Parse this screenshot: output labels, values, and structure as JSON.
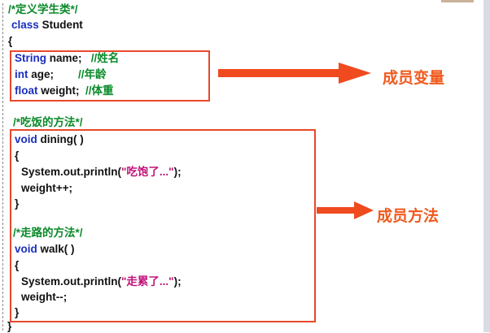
{
  "code": {
    "comment_define": "/*定义学生类*/",
    "class_kw": "class",
    "class_name": "Student",
    "brace_open": "{",
    "field1_type": "String",
    "field1_rest": "name;",
    "field1_comment": "//姓名",
    "field2_type": "int",
    "field2_rest": "age;",
    "field2_comment": "//年龄",
    "field3_type": "float",
    "field3_rest": "weight;",
    "field3_comment": "//体重",
    "comment_dining": "/*吃饭的方法*/",
    "dining_kw": "void",
    "dining_sig": "dining( )",
    "dining_open": "{",
    "dining_print_pre": "System.out.println(",
    "dining_print_str": "\"吃饱了...\"",
    "dining_print_post": ");",
    "dining_stmt2": "weight++;",
    "dining_close": "}",
    "comment_walk": "/*走路的方法*/",
    "walk_kw": "void",
    "walk_sig": "walk( )",
    "walk_open": "{",
    "walk_print_pre": "System.out.println(",
    "walk_print_str": "\"走累了...\"",
    "walk_print_post": ");",
    "walk_stmt2": "weight--;",
    "walk_close": "}",
    "class_close": "}"
  },
  "labels": {
    "fields": "成员变量",
    "methods": "成员方法"
  },
  "colors": {
    "comment": "#0a8a2a",
    "keyword": "#1a2fbf",
    "string": "#c0137a",
    "highlight": "#e8482b",
    "label": "#f05a1e"
  }
}
